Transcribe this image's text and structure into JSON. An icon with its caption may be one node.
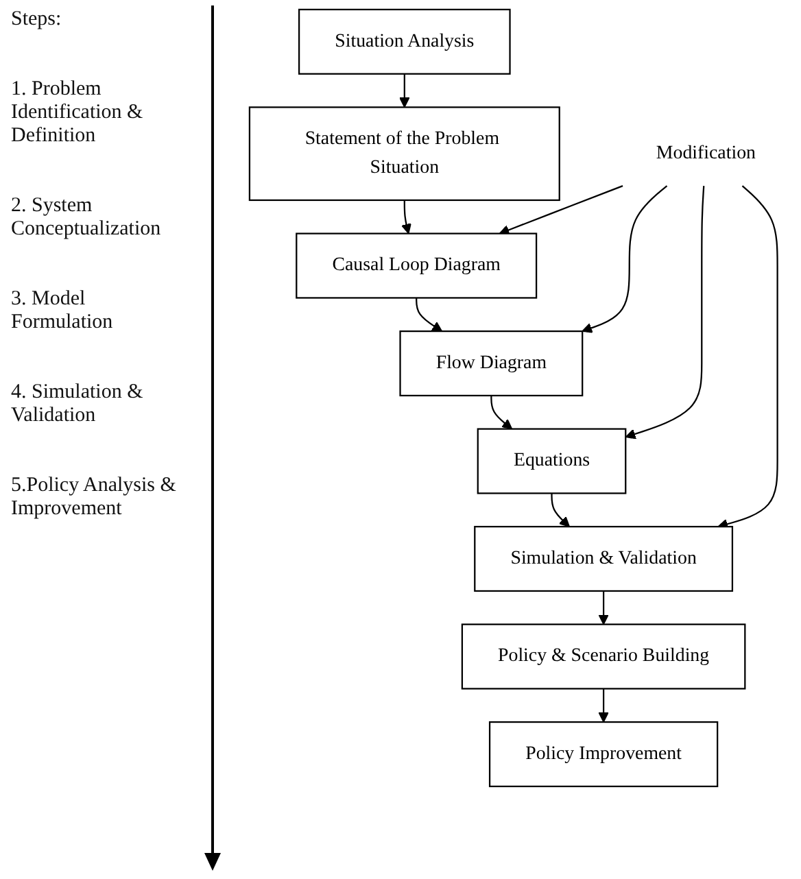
{
  "diagram": {
    "nodes": [
      {
        "text": [
          "Situation Analysis"
        ]
      },
      {
        "text": [
          "Statement of the Problem Situation"
        ]
      },
      {
        "text": [
          "Causal Loop Diagram"
        ]
      },
      {
        "text": [
          "Flow Diagram"
        ]
      },
      {
        "text": [
          "Equations"
        ]
      },
      {
        "text": [
          "Simulation & Validation"
        ]
      },
      {
        "text": [
          "Policy & Scenario Building"
        ]
      },
      {
        "text": [
          "Policy Improvement"
        ]
      },
      {
        "text": [
          "Modification"
        ]
      }
    ],
    "edges": [
      {
        "from": 0,
        "to": 1,
        "arrow": "to"
      },
      {
        "from": 1,
        "to": 2,
        "arrow": "to"
      },
      {
        "from": 2,
        "to": 3,
        "arrow": "to"
      },
      {
        "from": 3,
        "to": 4,
        "arrow": "to"
      },
      {
        "from": 4,
        "to": 5,
        "arrow": "to"
      },
      {
        "from": 5,
        "to": 6,
        "arrow": "to"
      },
      {
        "from": 6,
        "to": 7,
        "arrow": "to"
      },
      {
        "from": 8,
        "to": 2,
        "arrow": "to"
      },
      {
        "from": 8,
        "to": 3,
        "arrow": "to"
      },
      {
        "from": 8,
        "to": 4,
        "arrow": "to"
      },
      {
        "from": 8,
        "to": 5,
        "arrow": "to"
      }
    ],
    "labels": [
      "Steps:",
      "1. Problem Identification & Definition",
      "2. System Conceptualization",
      "3. Model Formulation",
      "4. Simulation & Validation",
      "5.Policy Analysis & Improvement"
    ]
  }
}
